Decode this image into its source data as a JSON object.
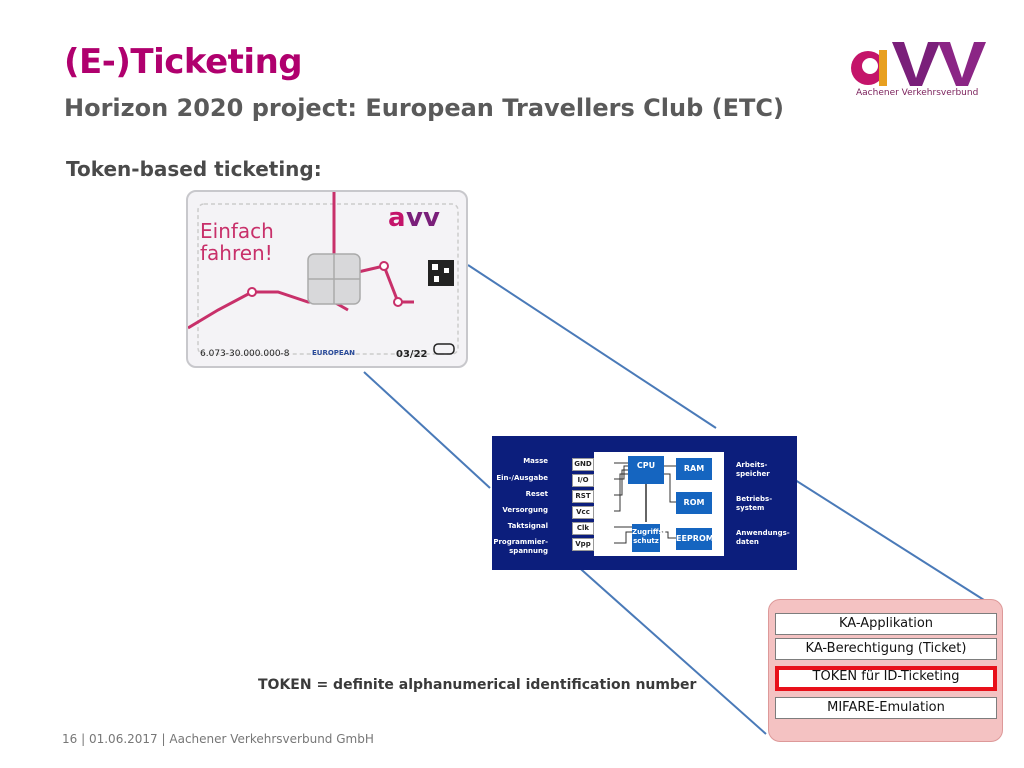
{
  "slide": {
    "title": "(E-)Ticketing",
    "subtitle": "Horizon 2020 project: European Travellers Club (ETC)",
    "section": "Token-based ticketing:",
    "token_definition": "TOKEN = definite alphanumerical identification number"
  },
  "logo": {
    "text": "avv",
    "tagline": "Aachener Verkehrsverbund"
  },
  "card": {
    "slogan_line1": "Einfach",
    "slogan_line2": "fahren!",
    "number": "6.073-30.000.000-8",
    "euro_label": "EUROPEAN",
    "date": "03/22"
  },
  "chip_diagram": {
    "pin_labels": [
      "Masse",
      "Ein-/Ausgabe",
      "Reset",
      "Versorgung",
      "Taktsignal",
      "Programmier-",
      "spannung"
    ],
    "pins": [
      "GND",
      "I/O",
      "RST",
      "Vcc",
      "Clk",
      "Vpp"
    ],
    "blocks": {
      "cpu": "CPU",
      "access_line1": "Zugriffs-",
      "access_line2": "schutz",
      "ram": "RAM",
      "rom": "ROM",
      "eeprom": "EEPROM"
    },
    "right_labels": {
      "working_memory_1": "Arbeits-",
      "working_memory_2": "speicher",
      "os_1": "Betriebs-",
      "os_2": "system",
      "app_data_1": "Anwendungs-",
      "app_data_2": "daten"
    }
  },
  "layers": [
    "KA-Applikation",
    "KA-Berechtigung (Ticket)",
    "TOKEN für ID-Ticketing",
    "MIFARE-Emulation"
  ],
  "footer": {
    "page": "16",
    "date": "01.06.2017",
    "company": "Aachener Verkehrsverbund GmbH"
  },
  "colors": {
    "brand_magenta": "#b0006e",
    "chip_blue": "#0c1e7c",
    "block_blue": "#1565c0",
    "highlight_red": "#e8101a",
    "connector_blue": "#4a7ab8"
  }
}
